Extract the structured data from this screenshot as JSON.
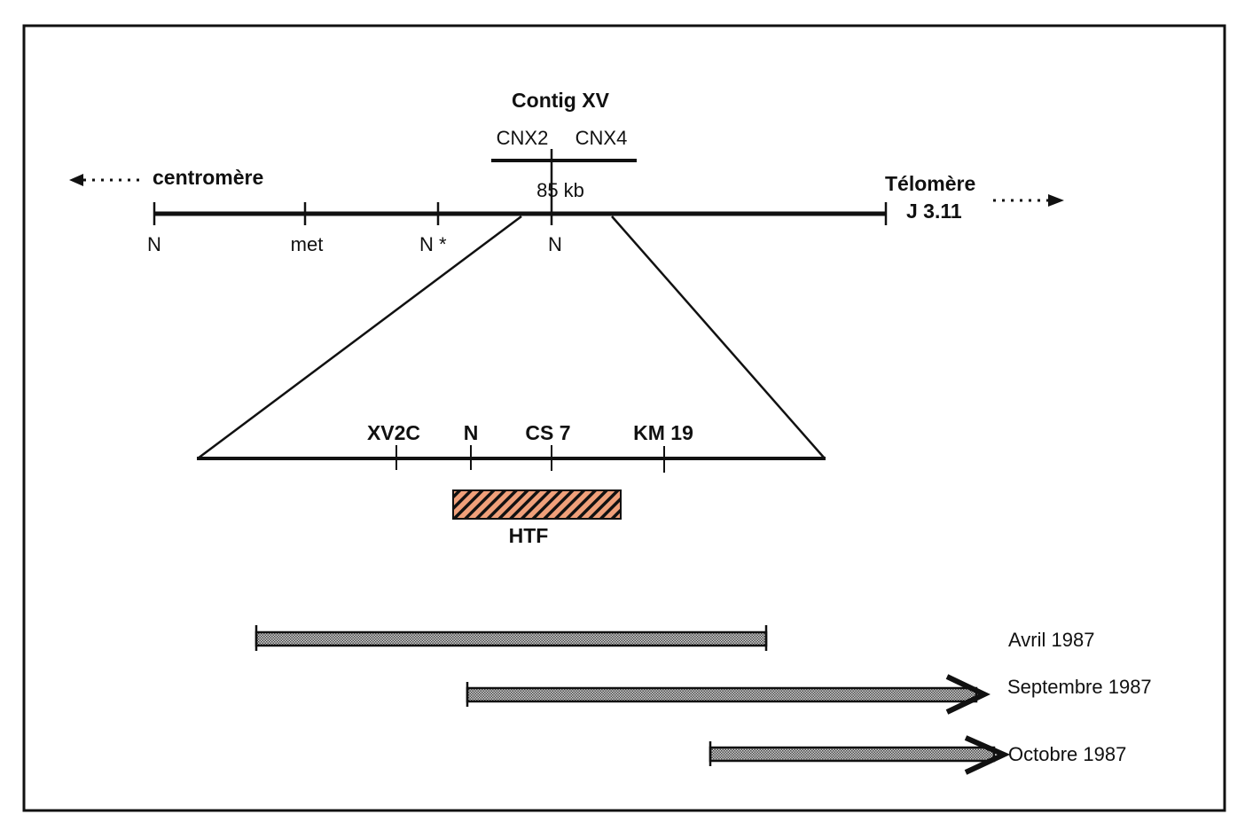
{
  "colors": {
    "ink": "#111111",
    "htf_fill": "#f0a07a",
    "clone_fill": "#9a9a9a"
  },
  "contig": {
    "title": "Contig XV",
    "left_label": "CNX2",
    "right_label": "CNX4",
    "size": "85 kb"
  },
  "chromosome": {
    "left_direction": "centromère",
    "right_direction": "Télomère",
    "right_marker": "J 3.11",
    "markers": [
      {
        "label": "N"
      },
      {
        "label": "met"
      },
      {
        "label": "N *"
      },
      {
        "label": "N"
      }
    ]
  },
  "detail": {
    "markers": [
      {
        "label": "XV2C"
      },
      {
        "label": "N"
      },
      {
        "label": "CS 7"
      },
      {
        "label": "KM 19"
      }
    ],
    "htf_label": "HTF"
  },
  "timeline": [
    {
      "label": "Avril 1987",
      "open_ended": false
    },
    {
      "label": "Septembre 1987",
      "open_ended": true
    },
    {
      "label": "Octobre 1987",
      "open_ended": true
    }
  ]
}
